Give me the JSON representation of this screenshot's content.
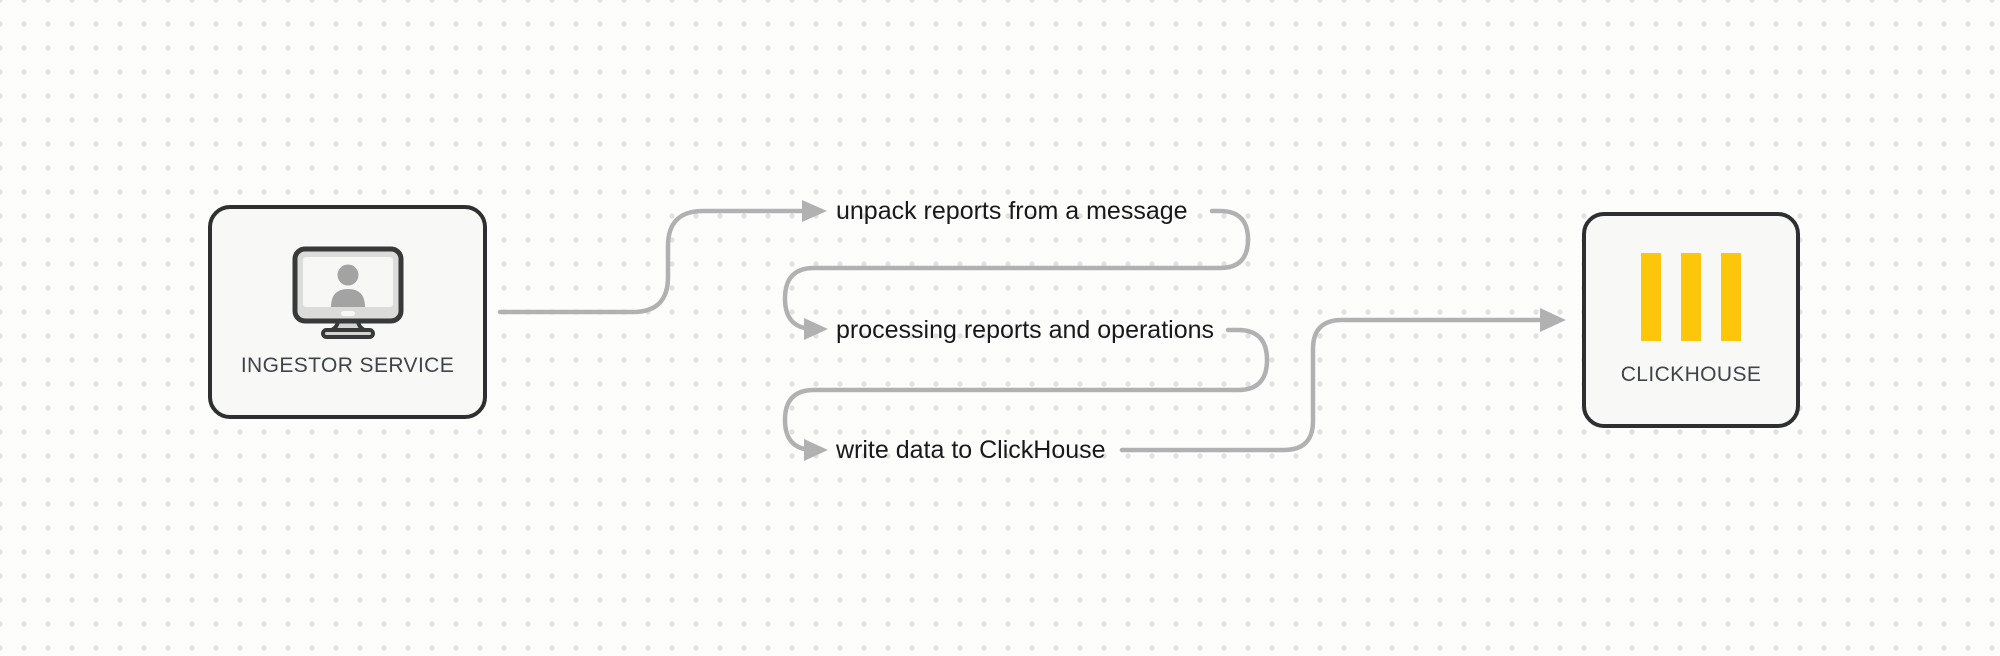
{
  "diagram": {
    "nodes": {
      "ingestor": {
        "label": "INGESTOR SERVICE",
        "icon": "workstation-user-icon"
      },
      "clickhouse": {
        "label": "CLICKHOUSE",
        "icon": "clickhouse-logo-icon"
      }
    },
    "steps": [
      {
        "label": "unpack reports from a message"
      },
      {
        "label": "processing reports and operations"
      },
      {
        "label": "write data to ClickHouse"
      }
    ]
  },
  "colors": {
    "background": "#fdfdfc",
    "grid_dot": "#e0e0e0",
    "connector": "#b1b1b1",
    "node_border": "#2d2f31",
    "node_fill": "#f8f8f7",
    "node_label_text": "#3f444b",
    "step_text": "#19191b",
    "clickhouse_yellow": "#fec60b"
  }
}
